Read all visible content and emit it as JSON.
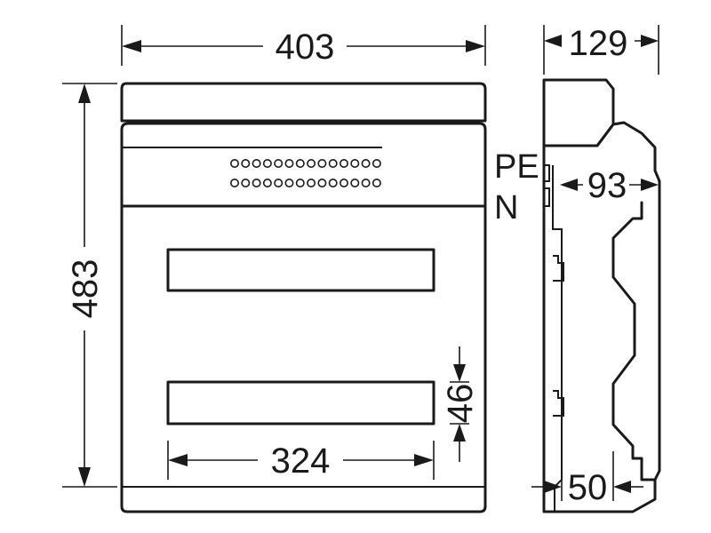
{
  "dimensions": {
    "width_front": "403",
    "depth_side": "129",
    "height": "483",
    "inner_depth": "93",
    "rail_width": "324",
    "rail_height": "46",
    "rail_depth": "50"
  },
  "labels": {
    "pe": "PE",
    "n": "N"
  },
  "terminals": {
    "rows": 2,
    "per_row": 14
  }
}
